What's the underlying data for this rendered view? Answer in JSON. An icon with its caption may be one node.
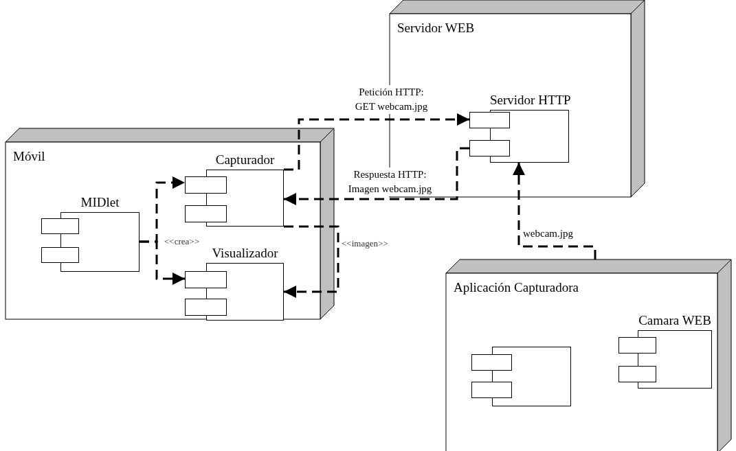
{
  "diagram": {
    "nodes": [
      {
        "text": [
          "Móvil"
        ]
      },
      {
        "text": [
          "MIDlet"
        ],
        "in": 0
      },
      {
        "text": [
          "Capturador"
        ],
        "in": 0
      },
      {
        "text": [
          "Visualizador"
        ],
        "in": 0
      },
      {
        "text": [
          "Servidor WEB"
        ]
      },
      {
        "text": [
          "Servidor HTTP"
        ],
        "in": 4
      },
      {
        "text": [
          "Aplicación Capturadora"
        ]
      },
      {
        "text": [],
        "shape": "component",
        "in": 6
      },
      {
        "text": [
          "Camara WEB"
        ],
        "in": 6
      }
    ],
    "edges": [
      {
        "from": 1,
        "to": 2,
        "arrow": "to",
        "style": "dashed",
        "label": "<<crea>>"
      },
      {
        "from": 1,
        "to": 3,
        "arrow": "to",
        "style": "dashed"
      },
      {
        "from": 2,
        "to": 5,
        "arrow": "to",
        "style": "dashed",
        "label": "Petición HTTP: GET webcam.jpg"
      },
      {
        "from": 5,
        "to": 2,
        "arrow": "to",
        "style": "dashed",
        "label": "Respuesta HTTP: Imagen webcam.jpg"
      },
      {
        "from": 2,
        "to": 3,
        "arrow": "to",
        "style": "dashed",
        "label": "<<imagen>>"
      },
      {
        "from": 6,
        "to": 5,
        "arrow": "to",
        "style": "dashed",
        "label": "webcam.jpg"
      }
    ]
  }
}
